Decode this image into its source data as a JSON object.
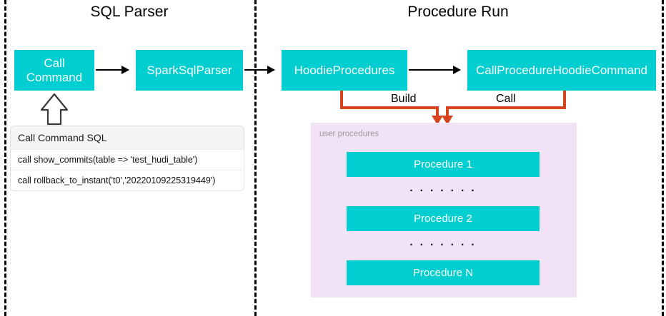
{
  "diagram": {
    "sections": [
      {
        "id": "sql-parser",
        "title": "SQL Parser"
      },
      {
        "id": "procedure-run",
        "title": "Procedure Run"
      }
    ],
    "nodes": [
      {
        "id": "call-command",
        "label": "Call\nCommand"
      },
      {
        "id": "spark-sql-parser",
        "label": "SparkSqlParser"
      },
      {
        "id": "hoodie-procedures",
        "label": "HoodieProcedures"
      },
      {
        "id": "call-procedure-hoodie-command",
        "label": "CallProcedureHoodieCommand"
      }
    ],
    "node_labels": {
      "call_command_line1": "Call",
      "call_command_line2": "Command",
      "spark_sql_parser": "SparkSqlParser",
      "hoodie_procedures": "HoodieProcedures",
      "call_procedure_hoodie_command": "CallProcedureHoodieCommand"
    },
    "edge_labels": {
      "build": "Build",
      "call": "Call"
    },
    "sql_card": {
      "header": "Call Command SQL",
      "rows": [
        "call show_commits(table => 'test_hudi_table')",
        "call rollback_to_instant('t0','20220109225319449')"
      ]
    },
    "user_procedures": {
      "label": "user procedures",
      "items": [
        {
          "name": "Procedure 1"
        },
        {
          "name": "Procedure 2"
        },
        {
          "name": "Procedure N"
        }
      ],
      "ellipsis": ". . . . . . ."
    },
    "colors": {
      "node_fill": "#00CED1",
      "panel_fill": "#F1E3F5",
      "connector": "#D8441C",
      "arrow": "#000000",
      "divider": "#000000"
    }
  }
}
